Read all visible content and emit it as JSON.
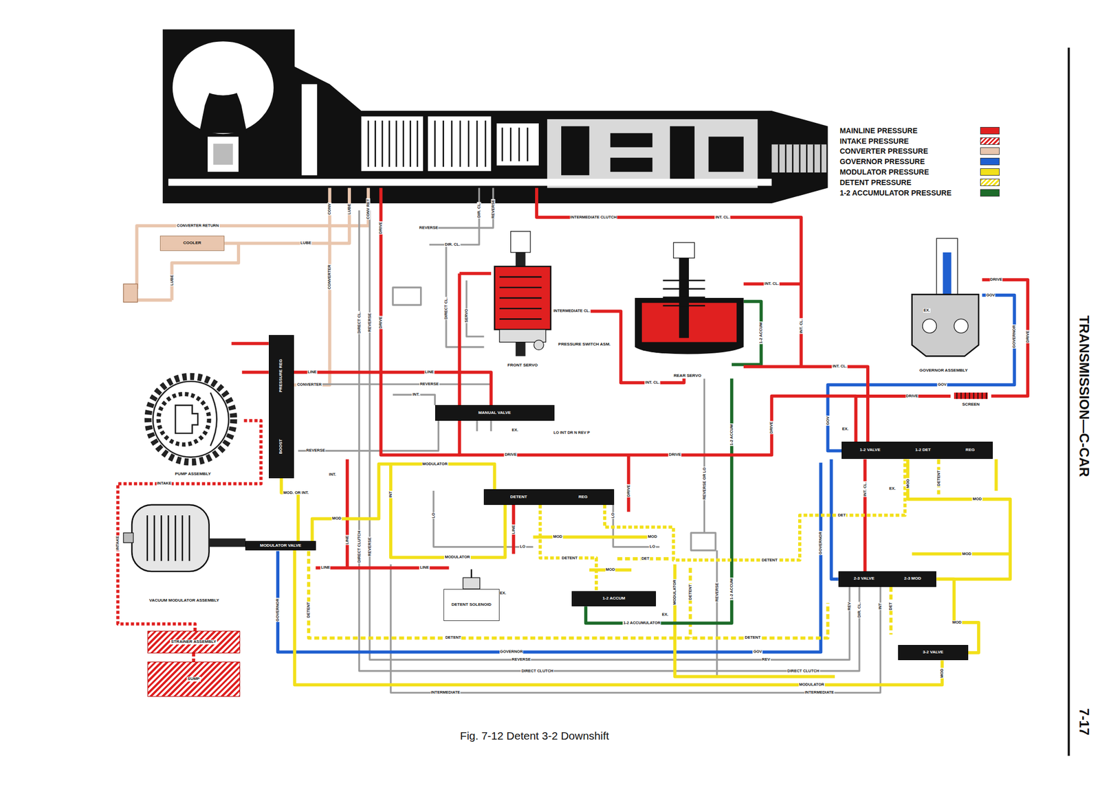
{
  "diagram": {
    "caption": "Fig. 7-12 Detent 3-2 Downshift",
    "nodes": [
      {
        "text": [
          "COOLER"
        ]
      },
      {
        "text": [
          "PUMP ASSEMBLY"
        ]
      },
      {
        "text": [
          "PRESSURE REG",
          "BOOST"
        ]
      },
      {
        "text": [
          "VACUUM MODULATOR ASSEMBLY"
        ]
      },
      {
        "text": [
          "MODULATOR VALVE"
        ]
      },
      {
        "text": [
          "STRAINER ASSEMBLY"
        ]
      },
      {
        "text": [
          "SUMP"
        ]
      },
      {
        "text": [
          "FRONT SERVO"
        ]
      },
      {
        "text": [
          "PRESSURE SWITCH ASM."
        ]
      },
      {
        "text": [
          "REAR SERVO"
        ]
      },
      {
        "text": [
          "MANUAL VALVE"
        ]
      },
      {
        "text": [
          "DETENT",
          "REG"
        ]
      },
      {
        "text": [
          "DETENT SOLENOID"
        ]
      },
      {
        "text": [
          "1-2 ACCUM"
        ]
      },
      {
        "text": [
          "GOVERNOR ASSEMBLY"
        ]
      },
      {
        "text": [
          "1-2 VALVE",
          "1-2 DET",
          "REG"
        ]
      },
      {
        "text": [
          "2-3 VALVE",
          "2-3 MOD"
        ]
      },
      {
        "text": [
          "3-2 VALVE"
        ]
      },
      {
        "text": [
          "SCREEN"
        ]
      }
    ],
    "edges": [
      {
        "from": 5,
        "to": 6,
        "arrow": "none"
      },
      {
        "from": 5,
        "to": 1,
        "label": "INTAKE",
        "arrow": "none"
      },
      {
        "from": 1,
        "to": 2,
        "arrow": "none"
      },
      {
        "from": 2,
        "to": 10,
        "label": "LINE",
        "arrow": "none"
      },
      {
        "from": 4,
        "to": 2,
        "label": "MOD. OR INT.",
        "arrow": "none"
      },
      {
        "from": 4,
        "to": 11,
        "label": "MODULATOR",
        "arrow": "none"
      },
      {
        "from": 11,
        "to": 13,
        "label": "DETENT",
        "arrow": "none"
      },
      {
        "from": 14,
        "to": 15,
        "label": "GOV",
        "arrow": "none"
      },
      {
        "from": 18,
        "to": 14,
        "arrow": "none"
      },
      {
        "from": 15,
        "to": 9,
        "label": "INT. CL.",
        "arrow": "none"
      },
      {
        "from": 13,
        "to": 9,
        "label": "1-2 ACCUMULATOR",
        "arrow": "none"
      },
      {
        "from": 7,
        "to": 9,
        "label": "INTERMEDIATE CL.",
        "arrow": "none"
      },
      {
        "from": 10,
        "to": 15,
        "label": "DRIVE",
        "arrow": "none"
      },
      {
        "from": 16,
        "to": 17,
        "label": "MOD",
        "arrow": "none"
      },
      {
        "from": 4,
        "to": 17,
        "label": "MODULATOR",
        "arrow": "none"
      },
      {
        "from": 11,
        "to": 15,
        "label": "DETENT",
        "arrow": "none"
      }
    ],
    "labels": [
      "CONVERTER RETURN",
      "LUBE",
      "LUBE",
      "CONV",
      "LUBE",
      "CONV RET",
      "CONVERTER",
      "DRIVE",
      "REVERSE",
      "DIR. CL.",
      "REVERSE",
      "INTERMEDIATE CLUTCH",
      "INT. CL.",
      "DIR. CL.",
      "DIRECT CL.",
      "REVERSE",
      "DRIVE",
      "DIRECT CL.",
      "SERVO",
      "INT. CL.",
      "1-2 ACCUM",
      "INT. CL.",
      "INT. CL.",
      "DRIVE",
      "LINE",
      "CONVERTER",
      "REVERSE",
      "INT.",
      "REVERSE",
      "EX.",
      "LO INT DR N REV P",
      "DRIVE",
      "DRIVE",
      "REVERSE OR LO",
      "1-2 ACCUM",
      "GOV",
      "EX.",
      "EX.",
      "MOD",
      "DETENT",
      "INT. CL.",
      "MOD",
      "DET",
      "GOVERNOR",
      "MOD",
      "INT.",
      "MOD",
      "INT",
      "LO",
      "LINE",
      "LO",
      "DRIVE",
      "MOD",
      "LO",
      "MOD",
      "LO",
      "MODULATOR",
      "DET",
      "MOD",
      "LINE",
      "DIRECT CLUTCH",
      "REVERSE",
      "LINE",
      "LINE",
      "EX.",
      "GOVERNOR",
      "DETENT",
      "EX.",
      "MODULATOR",
      "DETENT",
      "REVERSE",
      "1-2 ACCUM",
      "REV",
      "DIR. CL.",
      "INT",
      "DET",
      "DETENT",
      "DETENT",
      "GOVERNOR",
      "GOV",
      "REVERSE",
      "REV",
      "DIRECT CLUTCH",
      "DIRECT CLUTCH",
      "MOD",
      "INTERMEDIATE",
      "INTERMEDIATE",
      "DRIVE",
      "GOV",
      "EX.",
      "GOVERNOR",
      "DRIVE",
      "INTAKE",
      "TRANSMISSION—C-CAR",
      "7-17"
    ],
    "legend": [
      {
        "text": "MAINLINE PRESSURE",
        "color": "#e02020"
      },
      {
        "text": "INTAKE PRESSURE"
      },
      {
        "text": "CONVERTER PRESSURE",
        "color": "#e9c6ae"
      },
      {
        "text": "GOVERNOR PRESSURE",
        "color": "#1f5fd0"
      },
      {
        "text": "MODULATOR PRESSURE",
        "color": "#f2e01a"
      },
      {
        "text": "DETENT PRESSURE"
      },
      {
        "text": "1-2 ACCUMULATOR PRESSURE",
        "color": "#1d6b2a"
      }
    ]
  }
}
